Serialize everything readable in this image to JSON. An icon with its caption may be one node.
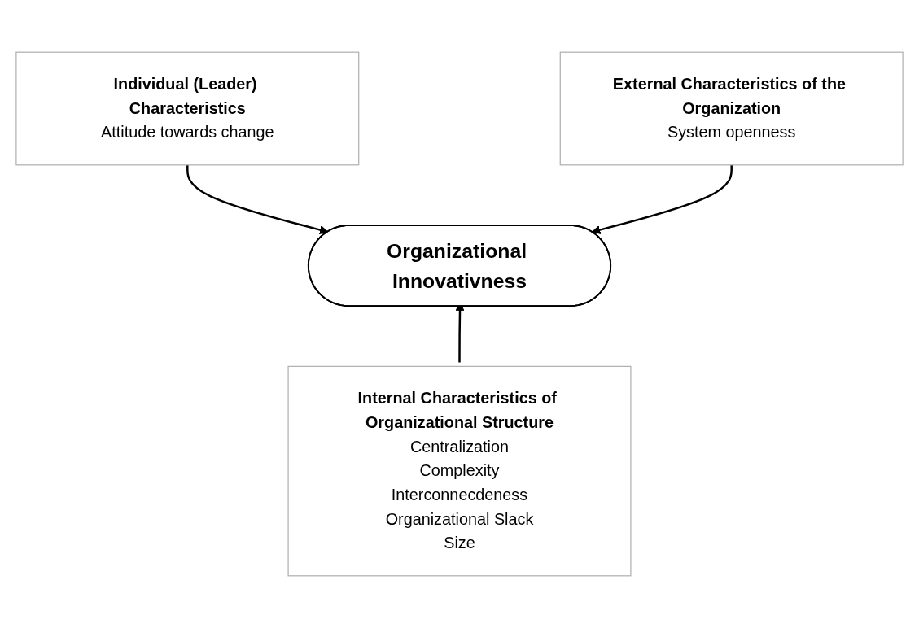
{
  "diagram": {
    "nodes": [
      {
        "text": [
          "Individual (Leader) Characteristics",
          "Attitude towards change"
        ]
      },
      {
        "text": [
          "External Characteristics of the Organization",
          "System openness"
        ]
      },
      {
        "text": [
          "Organizational Innovativness"
        ]
      },
      {
        "text": [
          "Internal Characteristics of Organizational Structure",
          "Centralization",
          "Complexity",
          "Interconnecdeness",
          "Organizational Slack",
          "Size"
        ]
      }
    ],
    "edges": [
      {
        "from": 0,
        "to": 2,
        "arrow": "to"
      },
      {
        "from": 1,
        "to": 2,
        "arrow": "to"
      },
      {
        "from": 3,
        "to": 2,
        "arrow": "to"
      }
    ]
  }
}
